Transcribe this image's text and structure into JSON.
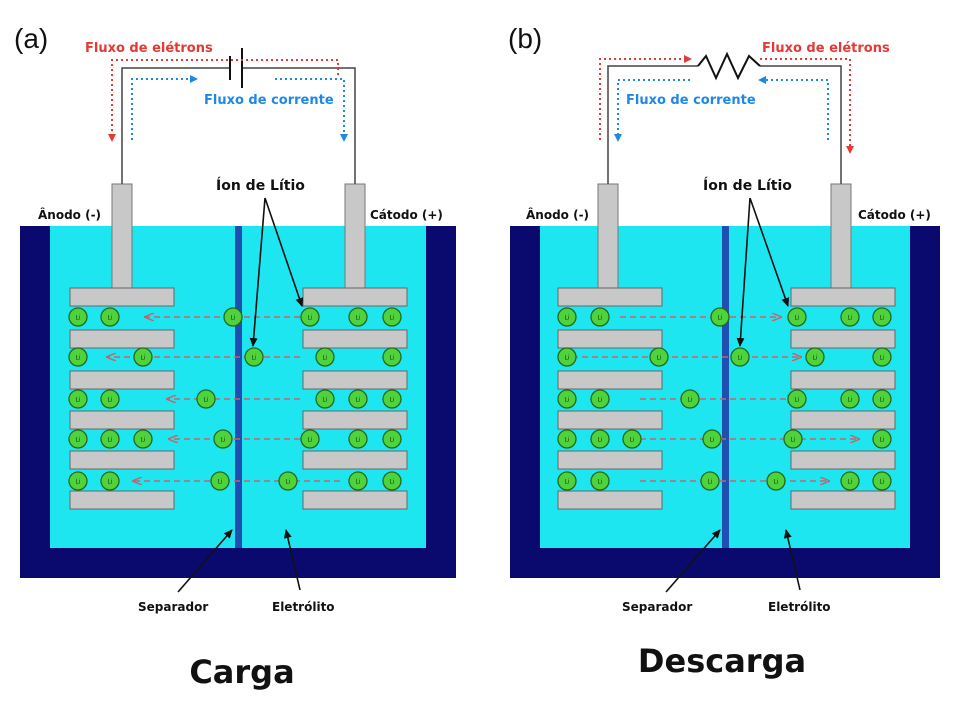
{
  "panels": [
    {
      "tag": "(a)",
      "caption": "Carga",
      "electron_flow": "Fluxo de elétrons",
      "current_flow": "Fluxo de corrente",
      "ion_label": "Íon de Lítio",
      "anode": "Ânodo (-)",
      "cathode": "Cátodo (+)",
      "separator": "Separador",
      "electrolyte": "Eletrólito",
      "ion_symbol": "Li",
      "source_symbol": "battery-symbol",
      "ion_direction": "cathode-to-anode"
    },
    {
      "tag": "(b)",
      "caption": "Descarga",
      "electron_flow": "Fluxo de elétrons",
      "current_flow": "Fluxo de corrente",
      "ion_label": "Íon de Lítio",
      "anode": "Ânodo (-)",
      "cathode": "Cátodo (+)",
      "separator": "Separador",
      "electrolyte": "Eletrólito",
      "ion_symbol": "Li",
      "source_symbol": "resistor-symbol",
      "ion_direction": "anode-to-cathode"
    }
  ],
  "colors": {
    "electron_flow": "#e53935",
    "current_flow": "#1e88e5",
    "electrolyte": "#1ee6f0",
    "container": "#0a0a6e",
    "separator": "#1f4fb0",
    "electrode": "#c8c8c8",
    "ion": "#4fd23c",
    "ion_arrow": "#c9606a"
  }
}
